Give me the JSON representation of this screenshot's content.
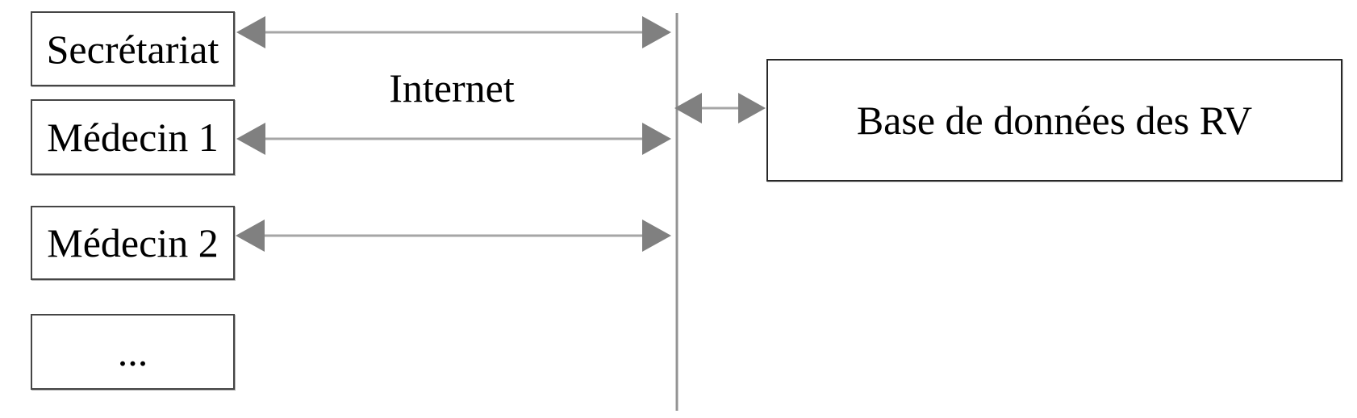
{
  "diagram": {
    "clients": [
      {
        "label": "Secrétariat"
      },
      {
        "label": "Médecin 1"
      },
      {
        "label": "Médecin 2"
      },
      {
        "label": "..."
      }
    ],
    "network": {
      "label": "Internet"
    },
    "database": {
      "label": "Base de données des RV"
    },
    "colors": {
      "background": "#ffffff",
      "text": "#000000",
      "client-box-border": "#454545",
      "db-box-border": "#282828",
      "arrow-head": "#808080",
      "arrow-shaft": "#a6a6a6",
      "divider-line": "#949494"
    }
  }
}
